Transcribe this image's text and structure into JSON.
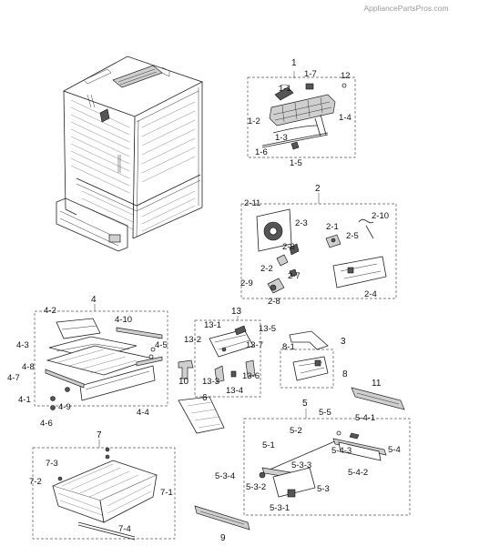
{
  "watermark": "AppliancePartsPros.com",
  "labels": {
    "l1": "1",
    "l1_1": "1-1",
    "l1_2": "1-2",
    "l1_3": "1-3",
    "l1_4": "1-4",
    "l1_5": "1-5",
    "l1_6": "1-6",
    "l1_7": "1-7",
    "l12": "12",
    "l2": "2",
    "l2_1": "2-1",
    "l2_2": "2-2",
    "l2_3": "2-3",
    "l2_4": "2-4",
    "l2_5": "2-5",
    "l2_6": "2-6",
    "l2_7": "2-7",
    "l2_8": "2-8",
    "l2_9": "2-9",
    "l2_10": "2-10",
    "l2_11": "2-11",
    "l3": "3",
    "l4": "4",
    "l4_1": "4-1",
    "l4_2": "4-2",
    "l4_3": "4-3",
    "l4_4": "4-4",
    "l4_5": "4-5",
    "l4_6": "4-6",
    "l4_7": "4-7",
    "l4_8": "4-8",
    "l4_9": "4-9",
    "l4_10": "4-10",
    "l5": "5",
    "l5_1": "5-1",
    "l5_2": "5-2",
    "l5_3": "5-3",
    "l5_3_1": "5-3-1",
    "l5_3_2": "5-3-2",
    "l5_3_3": "5-3-3",
    "l5_3_4": "5-3-4",
    "l5_4": "5-4",
    "l5_4_1": "5-4-1",
    "l5_4_2": "5-4-2",
    "l5_4_3": "5-4-3",
    "l5_5": "5-5",
    "l6": "6",
    "l7": "7",
    "l7_1": "7-1",
    "l7_2": "7-2",
    "l7_3": "7-3",
    "l7_4": "7-4",
    "l8": "8",
    "l8_1": "8-1",
    "l9": "9",
    "l10": "10",
    "l11": "11",
    "l13": "13",
    "l13_1": "13-1",
    "l13_2": "13-2",
    "l13_3": "13-3",
    "l13_4": "13-4",
    "l13_5": "13-5",
    "l13_6": "13-6",
    "l13_7": "13-7"
  }
}
